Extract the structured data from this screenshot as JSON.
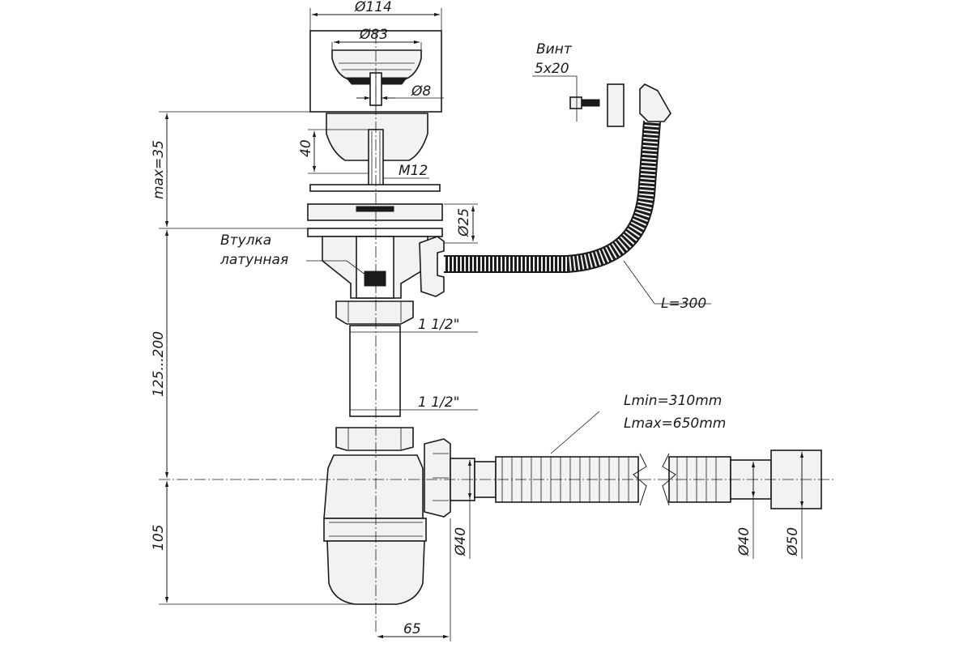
{
  "labels": {
    "d114": "Ø114",
    "d83": "Ø83",
    "d8": "Ø8",
    "h40": "40",
    "m12": "M12",
    "max35": "max=35",
    "d25": "Ø25",
    "vint": "Винт",
    "screw_size": "5x20",
    "l300": "L=300",
    "vtulka": "Втулка",
    "latunnaya": "латунная",
    "thread_top": "1 1/2\"",
    "thread_bottom": "1 1/2\"",
    "h125_200": "125...200",
    "lmin": "Lmin=310mm",
    "lmax": "Lmax=650mm",
    "d40_left": "Ø40",
    "d40_right": "Ø40",
    "d50": "Ø50",
    "h105": "105",
    "w65": "65"
  }
}
